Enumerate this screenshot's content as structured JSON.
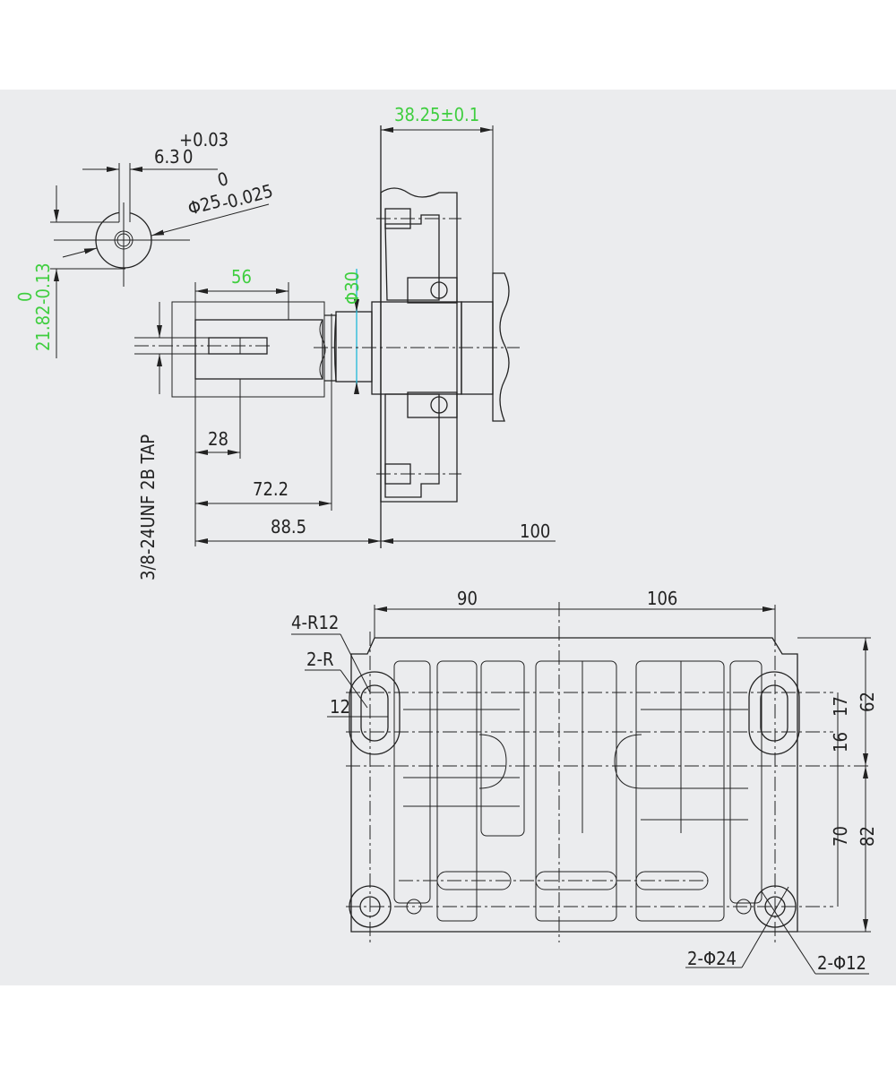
{
  "colors": {
    "background": "#ebecee",
    "line": "#222222",
    "dimension_highlight": "#3fce3f",
    "center_marker": "#20b8d8"
  },
  "key_section": {
    "keyway_width": "6.3",
    "keyway_tol_upper": "+0.03",
    "keyway_tol_lower": "0",
    "diameter": "Φ25",
    "diameter_tol_upper": "0",
    "diameter_tol_lower": "-0.025",
    "key_height": "21.82",
    "key_height_tol_upper": "0",
    "key_height_tol_lower": "-0.13"
  },
  "shaft_view": {
    "key_length": "56",
    "tap_depth": "28",
    "shaft_length": "72.2",
    "total_length": "88.5",
    "shaft_diameter": "Φ30",
    "flange_width": "38.25±0.1",
    "flange_to_base": "100",
    "thread_note": "3/8-24UNF 2B TAP"
  },
  "base_plate": {
    "width_left": "90",
    "width_right": "106",
    "slot_radius_note": "4-R12",
    "slot_r_note": "2-R",
    "slot_width": "12",
    "height_17": "17",
    "height_16": "16",
    "height_62": "62",
    "height_70": "70",
    "height_82": "82",
    "boss_note": "2-Φ24",
    "hole_note": "2-Φ12"
  }
}
